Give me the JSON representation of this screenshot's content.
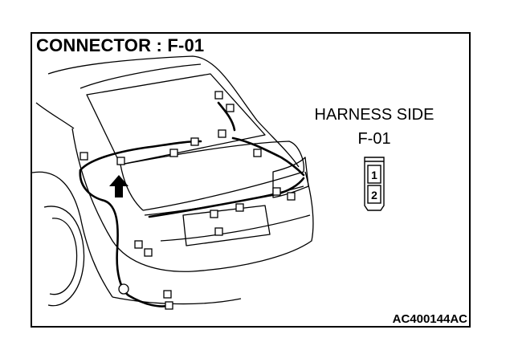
{
  "title": "CONNECTOR : F-01",
  "harness": {
    "side_label": "HARNESS SIDE",
    "connector_id": "F-01",
    "pins": [
      "1",
      "2"
    ]
  },
  "reference_code": "AC400144AC"
}
